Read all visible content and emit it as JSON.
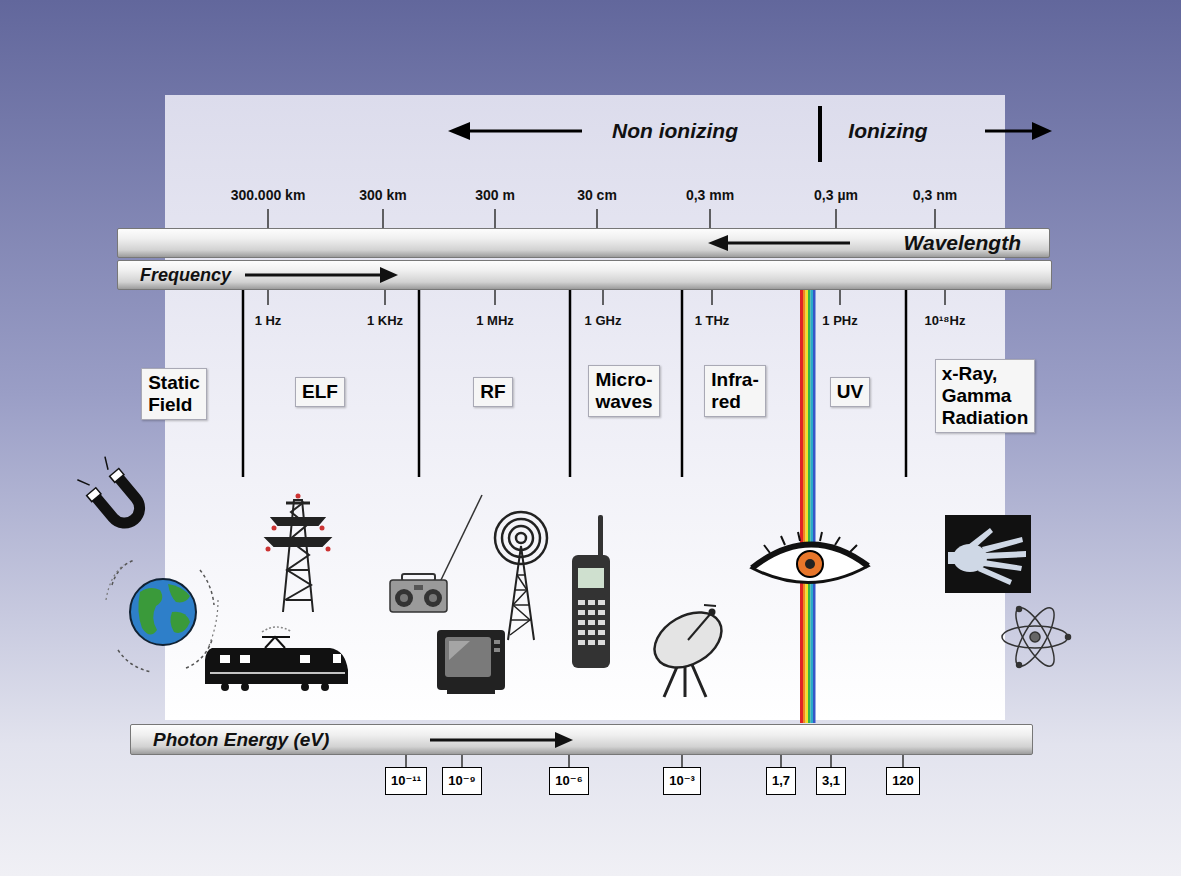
{
  "diagram": {
    "nodes": [
      {
        "text": [
          "Wavelength"
        ]
      },
      {
        "text": [
          "Frequency"
        ]
      },
      {
        "text": [
          "Static Field"
        ]
      },
      {
        "text": [
          "ELF"
        ]
      },
      {
        "text": [
          "RF"
        ]
      },
      {
        "text": [
          "Micro- waves"
        ]
      },
      {
        "text": [
          "Infra- red"
        ]
      },
      {
        "text": [
          "UV"
        ]
      },
      {
        "text": [
          "x-Ray, Gamma Radiation"
        ]
      },
      {
        "text": [
          "Photon Energy (eV)"
        ]
      },
      {
        "text": [
          "10⁻¹¹"
        ]
      },
      {
        "text": [
          "10⁻⁹"
        ]
      },
      {
        "text": [
          "10⁻⁶"
        ]
      },
      {
        "text": [
          "10⁻³"
        ]
      },
      {
        "text": [
          "1,7"
        ]
      },
      {
        "text": [
          "3,1"
        ]
      },
      {
        "text": [
          "120"
        ]
      }
    ],
    "labels": [
      "Non ionizing",
      "Ionizing",
      "300.000 km",
      "300 km",
      "300 m",
      "30 cm",
      "0,3 mm",
      "0,3 µm",
      "0,3 nm",
      "1 Hz",
      "1 KHz",
      "1 MHz",
      "1 GHz",
      "1 THz",
      "1 PHz",
      "10¹⁸Hz"
    ]
  }
}
